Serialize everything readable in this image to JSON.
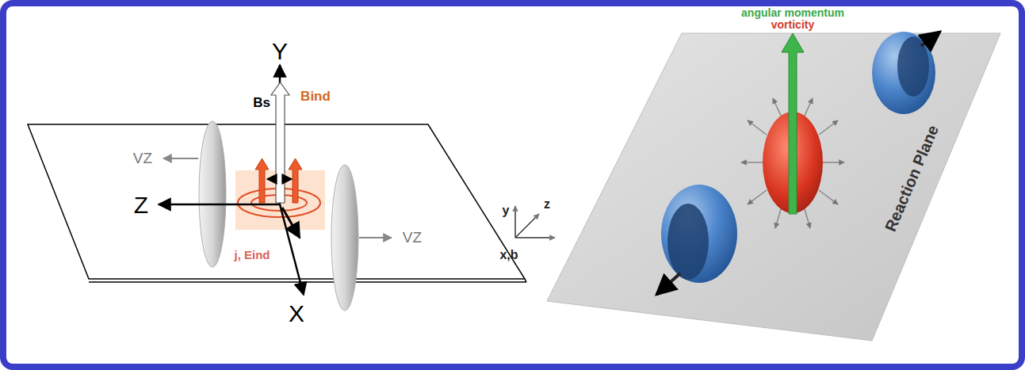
{
  "diagram": {
    "labels": [
      "Y",
      "Bs",
      "Bind",
      "VZ",
      "Z",
      "j, Eind",
      "X",
      "VZ",
      "angular momentum",
      "vorticity",
      "y",
      "z",
      "x,b",
      "Reaction Plane"
    ]
  }
}
